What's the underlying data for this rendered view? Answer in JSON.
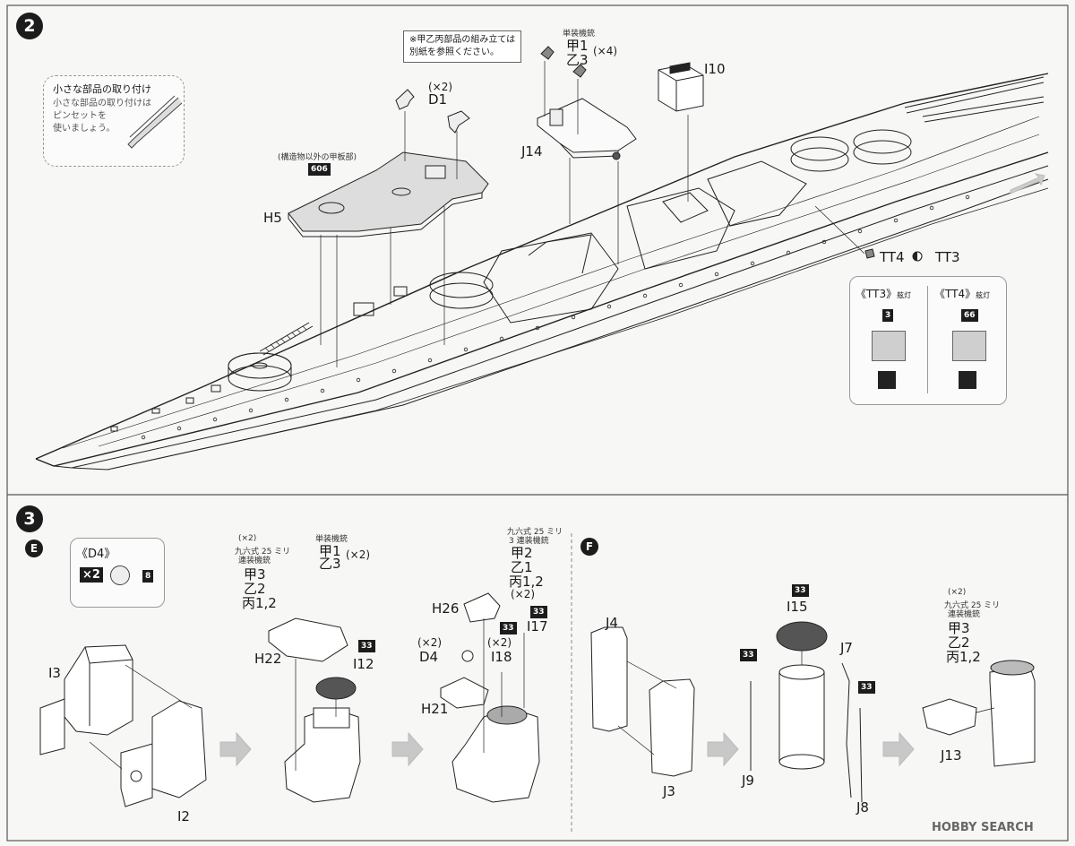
{
  "step2": {
    "number": "2",
    "note": {
      "line1": "※甲乙丙部品の組み立ては",
      "line2": "別紙を参照ください。"
    },
    "tip": {
      "title": "小さな部品の取り付け",
      "line1": "小さな部品の取り付けは",
      "line2": "ピンセットを",
      "line3": "使いましょう。"
    },
    "d1": {
      "qty": "(×2)",
      "label": "D1"
    },
    "gun": {
      "caption": "単装機銃",
      "line1": "甲1",
      "line2": "乙3",
      "qty": "(×4)"
    },
    "j14": "J14",
    "i10": "I10",
    "h5": {
      "caption": "(構造物以外の甲板部)",
      "color_code": "606",
      "label": "H5"
    },
    "tt": {
      "tt4": "TT4",
      "tt3": "TT3"
    },
    "tt_panel": {
      "tt3_title": "《TT3》",
      "tt3_suffix": "舷灯",
      "tt3_code": "3",
      "tt4_title": "《TT4》",
      "tt4_suffix": "舷灯",
      "tt4_code": "66"
    }
  },
  "step3": {
    "number": "3",
    "sub_e": "E",
    "sub_f": "F",
    "d4_panel": {
      "title": "《D4》",
      "qty": "×2",
      "code": "8"
    },
    "parts_e": {
      "i3": "I3",
      "i2": "I2"
    },
    "gun_b": {
      "qty": "(×2)",
      "caption1": "九六式 25 ミリ",
      "caption2": "連装機銃",
      "line1": "甲3",
      "line2": "乙2",
      "line3": "丙1,2",
      "single_caption": "単装機銃",
      "single1": "甲1",
      "single2": "乙3",
      "single_qty": "(×2)",
      "h22": "H22",
      "i12": "I12",
      "i12_code": "33"
    },
    "gun_c": {
      "caption1": "九六式 25 ミリ",
      "caption2": "3 連装機銃",
      "line1": "甲2",
      "line2": "乙1",
      "line3": "丙1,2",
      "qty": "(×2)",
      "h26": "H26",
      "d4_qty": "(×2)",
      "d4": "D4",
      "i18_code": "33",
      "i18_qty": "(×2)",
      "i18": "I18",
      "i17_code": "33",
      "i17": "I17",
      "h21": "H21"
    },
    "parts_f": {
      "j4": "J4",
      "j3": "J3",
      "i15_code": "33",
      "i15": "I15",
      "j9_code": "33",
      "j9": "J9",
      "j7": "J7",
      "j8_code": "33",
      "j8": "J8",
      "gun_qty": "(×2)",
      "gun_caption1": "九六式 25 ミリ",
      "gun_caption2": "連装機銃",
      "gun_line1": "甲3",
      "gun_line2": "乙2",
      "gun_line3": "丙1,2",
      "j13": "J13"
    }
  },
  "watermark": "HOBBY SEARCH"
}
